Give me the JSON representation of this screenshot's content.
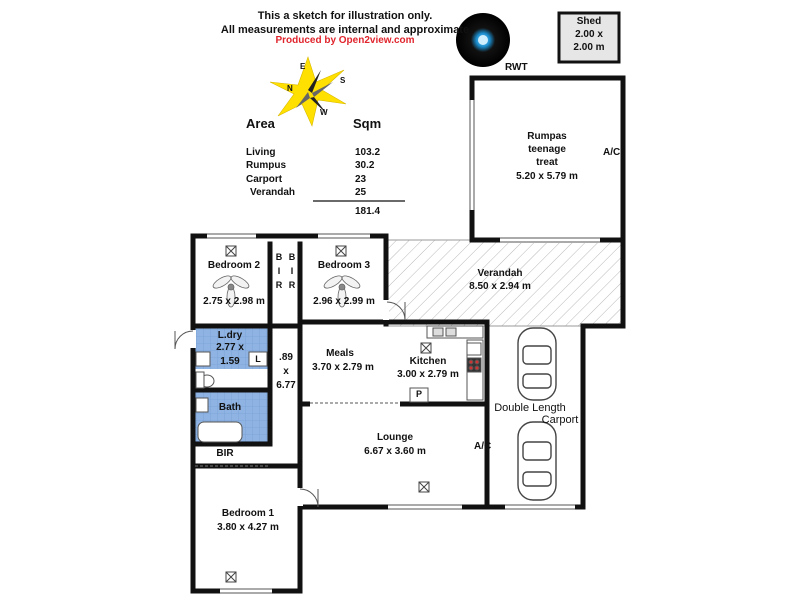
{
  "header": {
    "line1": "This a sketch for illustration only.",
    "line2": "All measurements are internal and approximate",
    "line3": "Produced by Open2view.com"
  },
  "compass": {
    "n": "N",
    "e": "E",
    "s": "S",
    "w": "W"
  },
  "area_table": {
    "col_area": "Area",
    "col_sqm": "Sqm",
    "rows": [
      {
        "name": "Living",
        "value": "103.2"
      },
      {
        "name": "Rumpus",
        "value": "30.2"
      },
      {
        "name": "Carport",
        "value": "23"
      },
      {
        "name": "Verandah",
        "value": "25"
      }
    ],
    "total": "181.4"
  },
  "shed": {
    "line1": "Shed",
    "line2": "2.00 x",
    "line3": "2.00 m"
  },
  "rwt": "RWT",
  "rooms": {
    "rumpus": {
      "l1": "Rumpas",
      "l2": "teenage",
      "l3": "treat",
      "dims": "5.20 x 5.79 m",
      "ac": "A/C"
    },
    "verandah": {
      "name": "Verandah",
      "dims": "8.50 x 2.94 m"
    },
    "bedroom2": {
      "name": "Bedroom 2",
      "dims": "2.75 x 2.98 m"
    },
    "bedroom3": {
      "name": "Bedroom 3",
      "dims": "2.96 x 2.99 m"
    },
    "bir1": {
      "l1": "B",
      "l2": "I",
      "l3": "R"
    },
    "bir2": {
      "l1": "B",
      "l2": "I",
      "l3": "R"
    },
    "laundry": {
      "name": "L.dry",
      "l2": "2.77 x",
      "l3": "1.59",
      "sink": "L"
    },
    "hall": {
      "l1": ".89",
      "l2": "x",
      "l3": "6.77"
    },
    "meals": {
      "name": "Meals",
      "dims": "3.70 x 2.79 m"
    },
    "kitchen": {
      "name": "Kitchen",
      "dims": "3.00 x 2.79 m",
      "pantry": "P"
    },
    "carport": {
      "l1": "Double Length",
      "l2": "Carport"
    },
    "bath": {
      "name": "Bath"
    },
    "bir3": {
      "name": "BIR"
    },
    "lounge": {
      "name": "Lounge",
      "dims": "6.67 x 3.60 m",
      "ac": "A/C"
    },
    "bedroom1": {
      "name": "Bedroom 1",
      "dims": "3.80 x 4.27 m"
    }
  },
  "colors": {
    "wall": "#111111",
    "wet_area": "#8fb4e3",
    "hatch": "#b9b9b9",
    "header_red": "#e0242c",
    "compass_yellow": "#ffe000"
  }
}
